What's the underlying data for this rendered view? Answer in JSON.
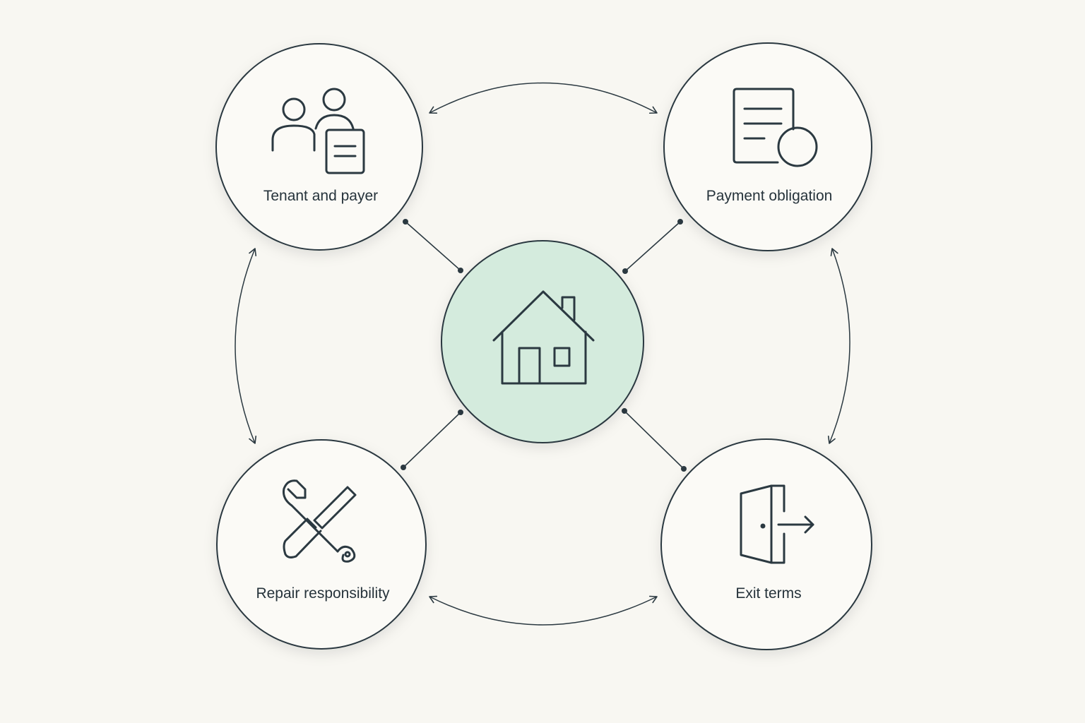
{
  "nodes": {
    "tenant": {
      "label": "Tenant and payer",
      "icon": "people-document-icon"
    },
    "payment": {
      "label": "Payment obligation",
      "icon": "document-coin-icon"
    },
    "repair": {
      "label": "Repair responsibility",
      "icon": "wrench-screwdriver-icon"
    },
    "exit": {
      "label": "Exit terms",
      "icon": "door-exit-icon"
    }
  },
  "center": {
    "icon": "house-icon"
  },
  "colors": {
    "background": "#f8f7f2",
    "stroke": "#2b3941",
    "center_fill": "#d4ebdd",
    "node_fill": "#fbfaf6"
  }
}
